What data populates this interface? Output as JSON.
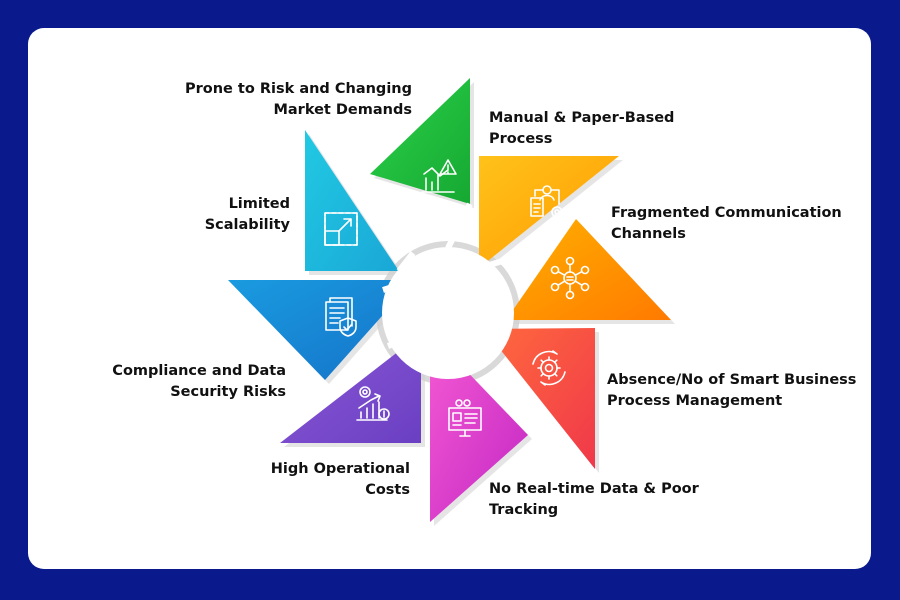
{
  "diagram": {
    "segments": [
      {
        "id": "prone-to-risk",
        "lines": [
          "Prone to Risk and Changing",
          "Market Demands"
        ],
        "color_start": "#2bd14a",
        "color_end": "#16a832",
        "icon": "chart-warning-icon"
      },
      {
        "id": "manual-paper",
        "lines": [
          "Manual & Paper-Based",
          "Process"
        ],
        "color_start": "#ffc21a",
        "color_end": "#ff9a00",
        "icon": "document-user-gear-icon"
      },
      {
        "id": "fragmented-communication",
        "lines": [
          "Fragmented Communication",
          "Channels"
        ],
        "color_start": "#ffb000",
        "color_end": "#ff7a00",
        "icon": "network-hub-icon"
      },
      {
        "id": "smart-bpm",
        "lines": [
          "Absence/No of Smart Business",
          "Process Management"
        ],
        "color_start": "#ff6a3d",
        "color_end": "#f0384a",
        "icon": "gear-cycle-icon"
      },
      {
        "id": "real-time-data",
        "lines": [
          "No Real-time Data & Poor",
          "Tracking"
        ],
        "color_start": "#f55ad3",
        "color_end": "#c227c4",
        "icon": "monitor-checklist-icon"
      },
      {
        "id": "operational-costs",
        "lines": [
          "High Operational",
          "Costs"
        ],
        "color_start": "#8a5ad8",
        "color_end": "#6b3fc2",
        "icon": "cost-growth-icon"
      },
      {
        "id": "compliance-security",
        "lines": [
          "Compliance and Data",
          "Security Risks"
        ],
        "color_start": "#1a9be0",
        "color_end": "#1572c8",
        "icon": "document-shield-icon"
      },
      {
        "id": "limited-scalability",
        "lines": [
          "Limited",
          "Scalability"
        ],
        "color_start": "#21c9e3",
        "color_end": "#1aa7d6",
        "icon": "scale-expand-icon"
      }
    ]
  }
}
